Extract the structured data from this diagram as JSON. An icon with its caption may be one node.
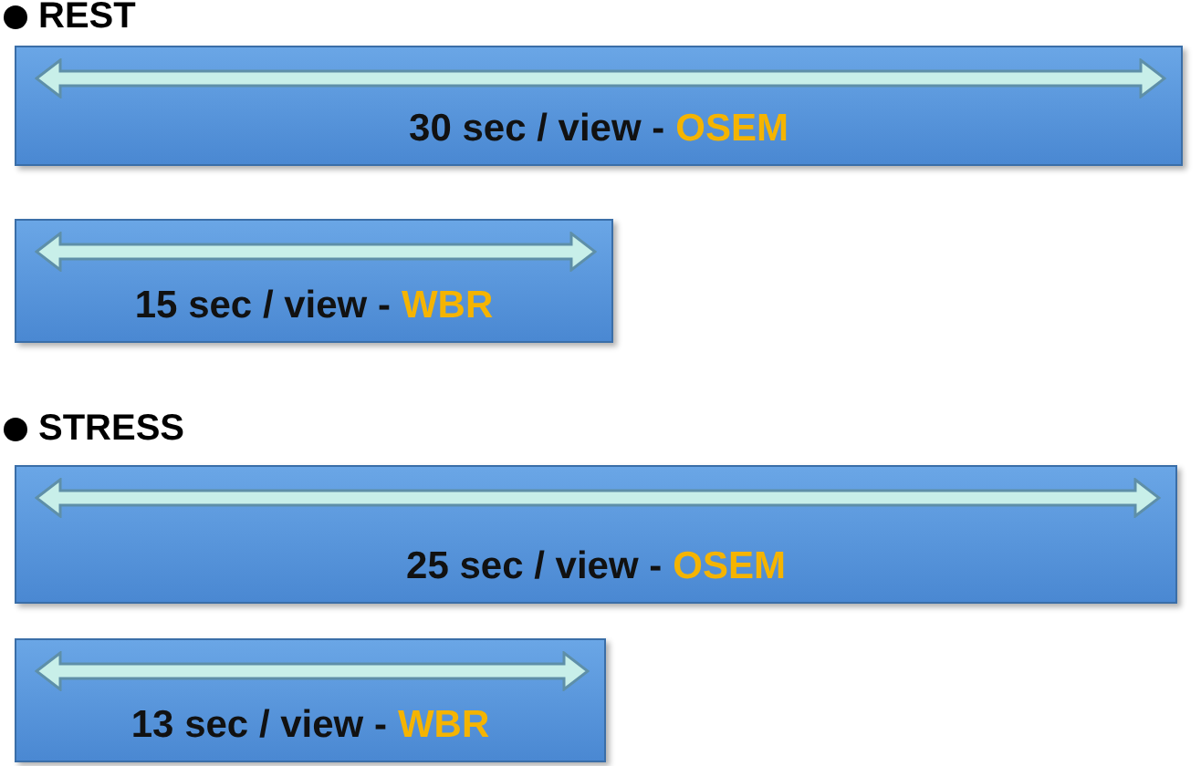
{
  "diagram": {
    "nodes": [
      {
        "text": [
          "30 sec / view -",
          "OSEM"
        ]
      },
      {
        "text": [
          "15 sec / view -",
          "WBR"
        ]
      },
      {
        "text": [
          "25 sec / view -",
          "OSEM"
        ]
      },
      {
        "text": [
          "13 sec / view -",
          "WBR"
        ]
      }
    ],
    "labels": [
      "REST",
      "STRESS"
    ]
  }
}
